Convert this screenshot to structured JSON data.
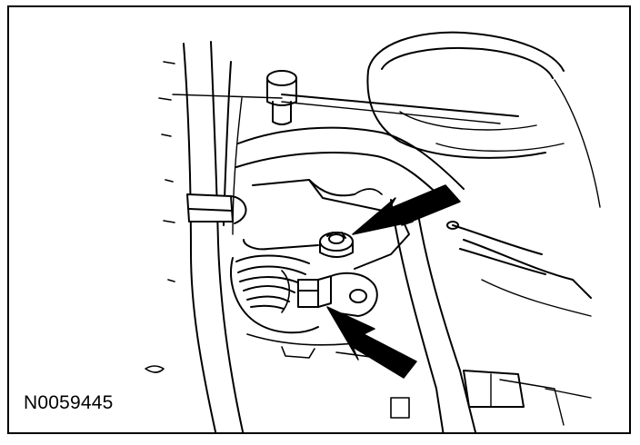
{
  "figure": {
    "id_label": "N0059445"
  },
  "colors": {
    "ink": "#000000",
    "paper": "#ffffff",
    "arrow_fill": "#000000"
  },
  "callouts": [
    {
      "name": "upper-arrow",
      "points_to": "ground-bolt"
    },
    {
      "name": "lower-arrow",
      "points_to": "connector-tab"
    }
  ]
}
